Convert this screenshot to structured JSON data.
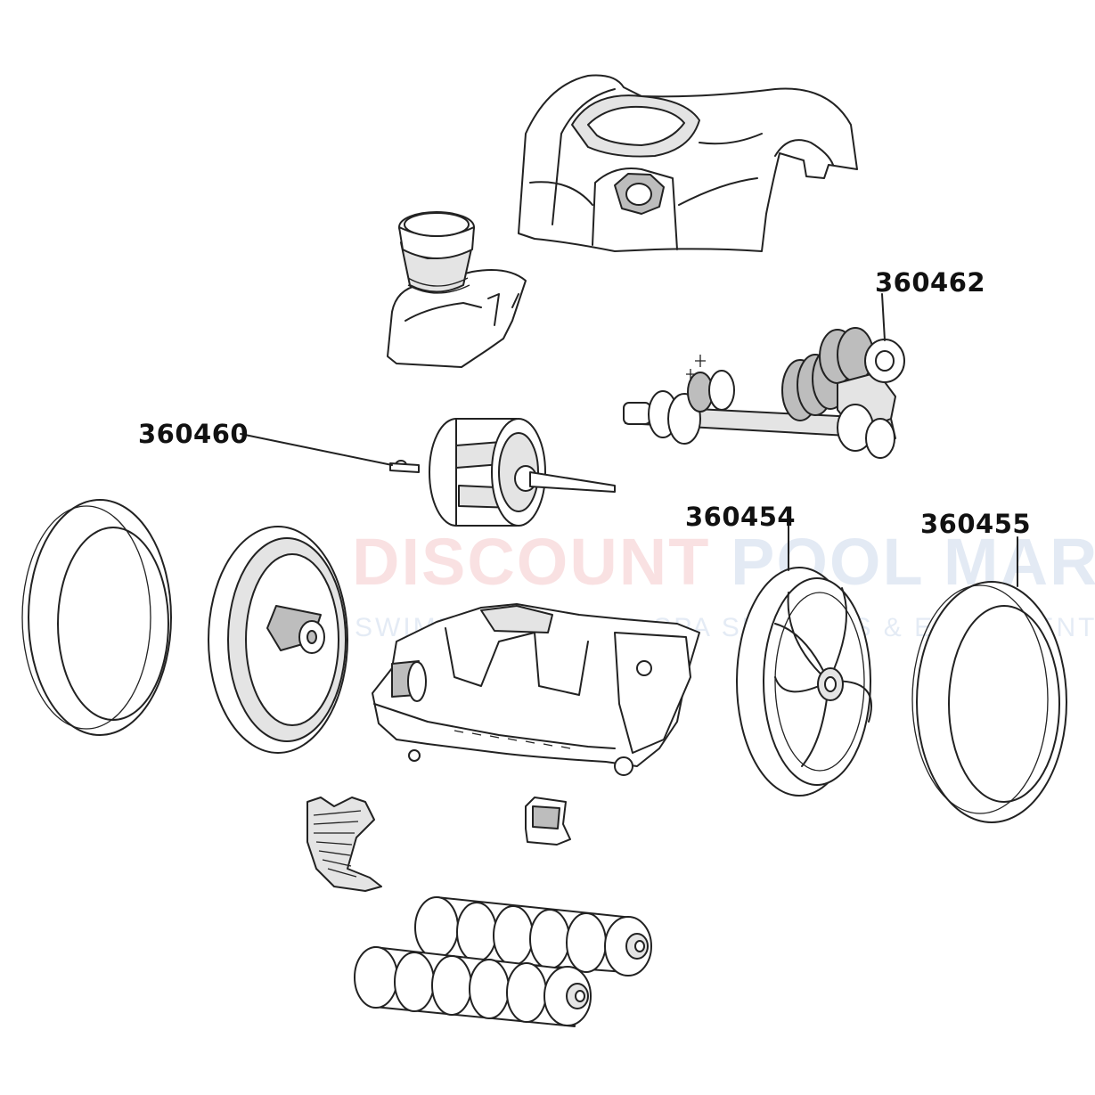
{
  "diagram": {
    "part_labels": [
      {
        "id": "gear-assembly",
        "text": "360462"
      },
      {
        "id": "turbine-axle",
        "text": "360460"
      },
      {
        "id": "front-wheel",
        "text": "360454"
      },
      {
        "id": "tire",
        "text": "360455"
      }
    ],
    "watermark": {
      "brand_word_1": "DISCOUNT",
      "brand_word_2": "POOL",
      "brand_word_3": "MART",
      "tagline": "SWIMMING POOL & SPA SUPPLIES & EQUIPMENT"
    }
  }
}
